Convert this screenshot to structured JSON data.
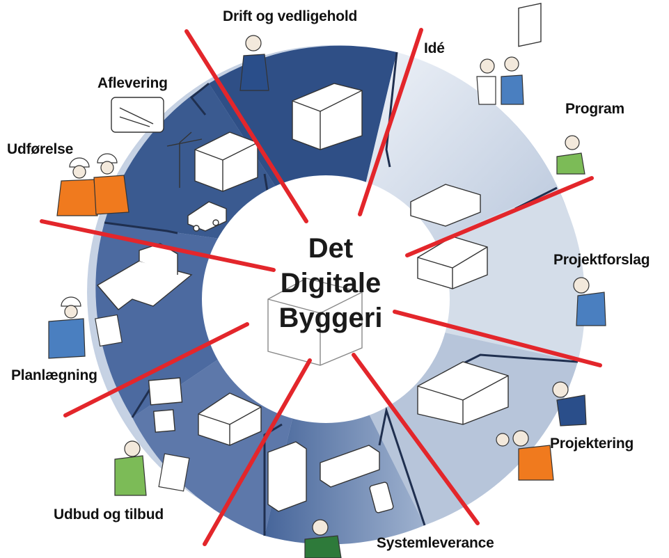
{
  "center_title": {
    "line1": "Det",
    "line2": "Digitale",
    "line3": "Byggeri"
  },
  "phases": {
    "drift": "Drift og vedligehold",
    "ide": "Idé",
    "program": "Program",
    "projektforslag": "Projektforslag",
    "projektering": "Projektering",
    "systemleverance": "Systemleverance",
    "udbud": "Udbud og tilbud",
    "planlaegning": "Planlægning",
    "udfoerelse": "Udførelse",
    "aflevering": "Aflevering"
  },
  "colors": {
    "dark_blue": "#2f4f86",
    "mid_blue": "#4f6c9e",
    "light_blue": "#c9d5e6",
    "pale_blue": "#e6ecf4",
    "cross_line_red": "#e3262b",
    "worker_orange": "#f07a1e",
    "person_green": "#7cbb57",
    "person_blue": "#4a7fc0"
  },
  "icons": [
    "building-icon",
    "crane-icon",
    "truck-icon",
    "worker-icon",
    "computer-icon",
    "tablet-icon",
    "phone-icon",
    "document-icon"
  ]
}
